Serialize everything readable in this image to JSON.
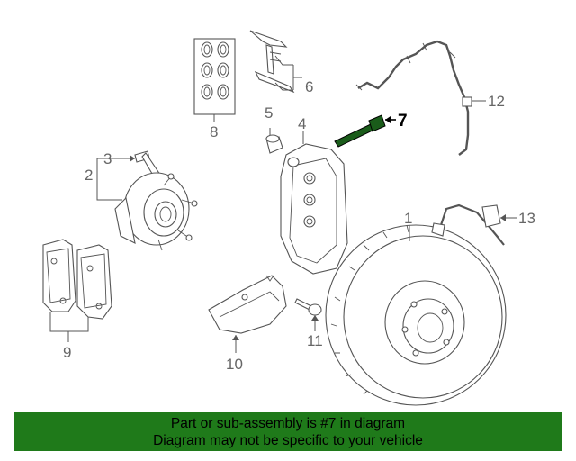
{
  "diagram": {
    "callouts": {
      "c1": "1",
      "c2": "2",
      "c3": "3",
      "c4": "4",
      "c5": "5",
      "c6": "6",
      "c7": "7",
      "c8": "8",
      "c9": "9",
      "c10": "10",
      "c11": "11",
      "c12": "12",
      "c13": "13"
    },
    "highlight_color": "#000000",
    "line_color": "#555555"
  },
  "banner": {
    "line1": "Part or sub-assembly is #7 in diagram",
    "line2": "Diagram may not be specific to your vehicle",
    "background": "#1f7a1a"
  }
}
